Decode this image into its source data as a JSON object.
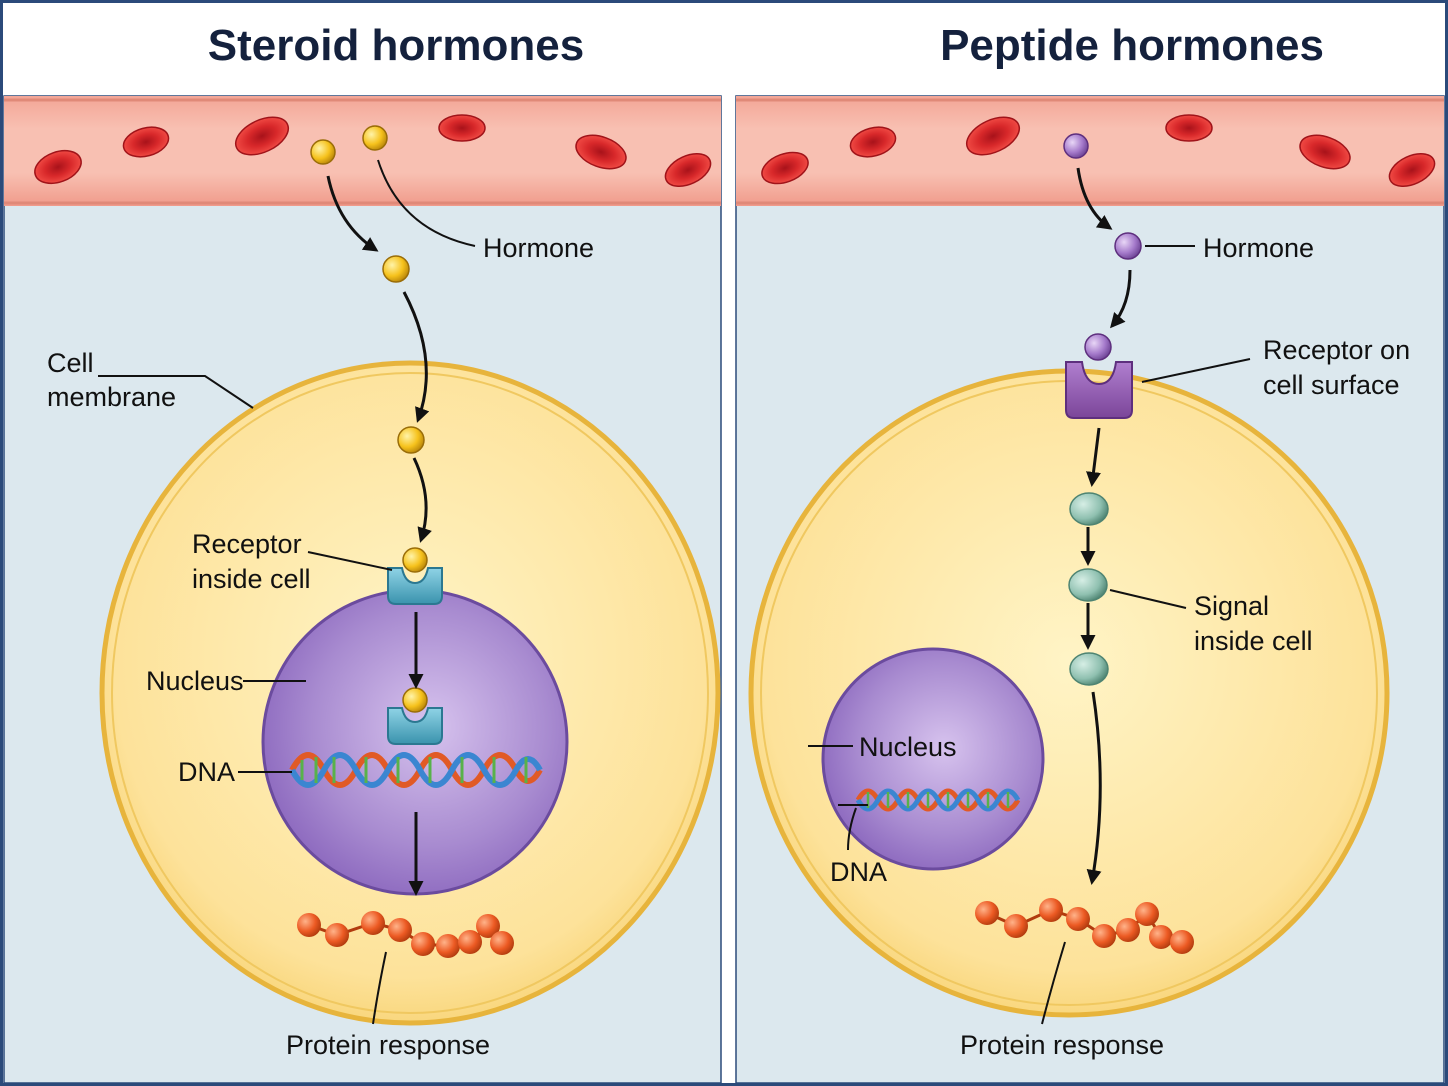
{
  "panels": [
    {
      "title": "Steroid hormones",
      "labels": {
        "hormone": "Hormone",
        "cell_membrane_1": "Cell",
        "cell_membrane_2": "membrane",
        "receptor_1": "Receptor",
        "receptor_2": "inside cell",
        "nucleus": "Nucleus",
        "dna": "DNA",
        "protein": "Protein response"
      }
    },
    {
      "title": "Peptide hormones",
      "labels": {
        "hormone": "Hormone",
        "receptor_1": "Receptor on",
        "receptor_2": "cell surface",
        "signal_1": "Signal",
        "signal_2": "inside cell",
        "nucleus": "Nucleus",
        "dna": "DNA",
        "protein": "Protein response"
      }
    }
  ],
  "colors": {
    "border": "#2b4a7a",
    "title": "#14213d",
    "vessel": "#f6b3a6",
    "blood_cell": "#d8282a",
    "interstitial": "#dce8ee",
    "cell_fill": "#fde9a6",
    "cell_edge": "#e7b43c",
    "nucleus_fill": "#a88bd0",
    "nucleus_edge": "#6b4b9e",
    "steroid_hormone": "#f6c21c",
    "peptide_hormone": "#a57acb",
    "receptor_inside": "#5ab6cf",
    "receptor_surface": "#8e57b0",
    "signal_molecule": "#8fc0b0",
    "protein": "#ec5a23"
  }
}
